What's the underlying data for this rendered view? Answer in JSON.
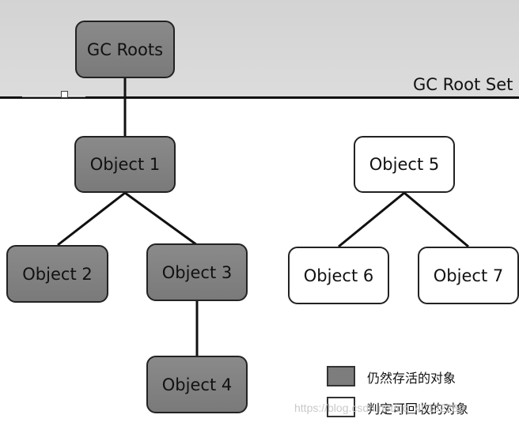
{
  "diagram": {
    "root_set_label": "GC Root Set",
    "nodes": {
      "gc_roots": "GC Roots",
      "object1": "Object  1",
      "object2": "Object  2",
      "object3": "Object  3",
      "object4": "Object  4",
      "object5": "Object  5",
      "object6": "Object  6",
      "object7": "Object  7"
    }
  },
  "legend": {
    "alive_label": "仍然存活的对象",
    "dead_label": "判定可回收的对象"
  },
  "watermark": "https://blog.csdn.net/qq_40102289",
  "colors": {
    "alive_fill": "#7d7d7d",
    "dead_fill": "#ffffff",
    "root_band": "#d6d6d6",
    "stroke": "#111111"
  }
}
